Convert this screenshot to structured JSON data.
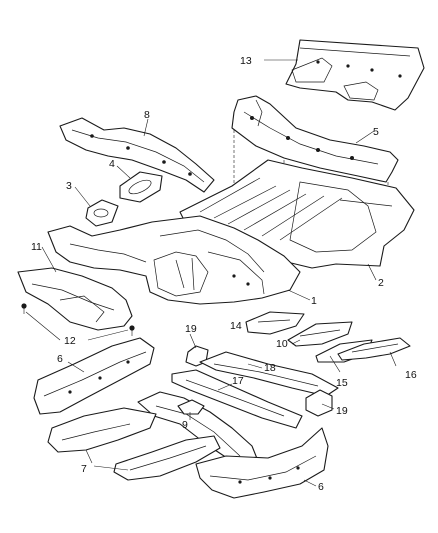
{
  "callouts": {
    "c1": "1",
    "c2": "2",
    "c3": "3",
    "c4": "4",
    "c5": "5",
    "c6a": "6",
    "c6b": "6",
    "c7": "7",
    "c8": "8",
    "c9": "9",
    "c10": "10",
    "c11": "11",
    "c12": "12",
    "c13": "13",
    "c14": "14",
    "c15": "15",
    "c16": "16",
    "c17": "17",
    "c18": "18",
    "c19a": "19",
    "c19b": "19"
  }
}
